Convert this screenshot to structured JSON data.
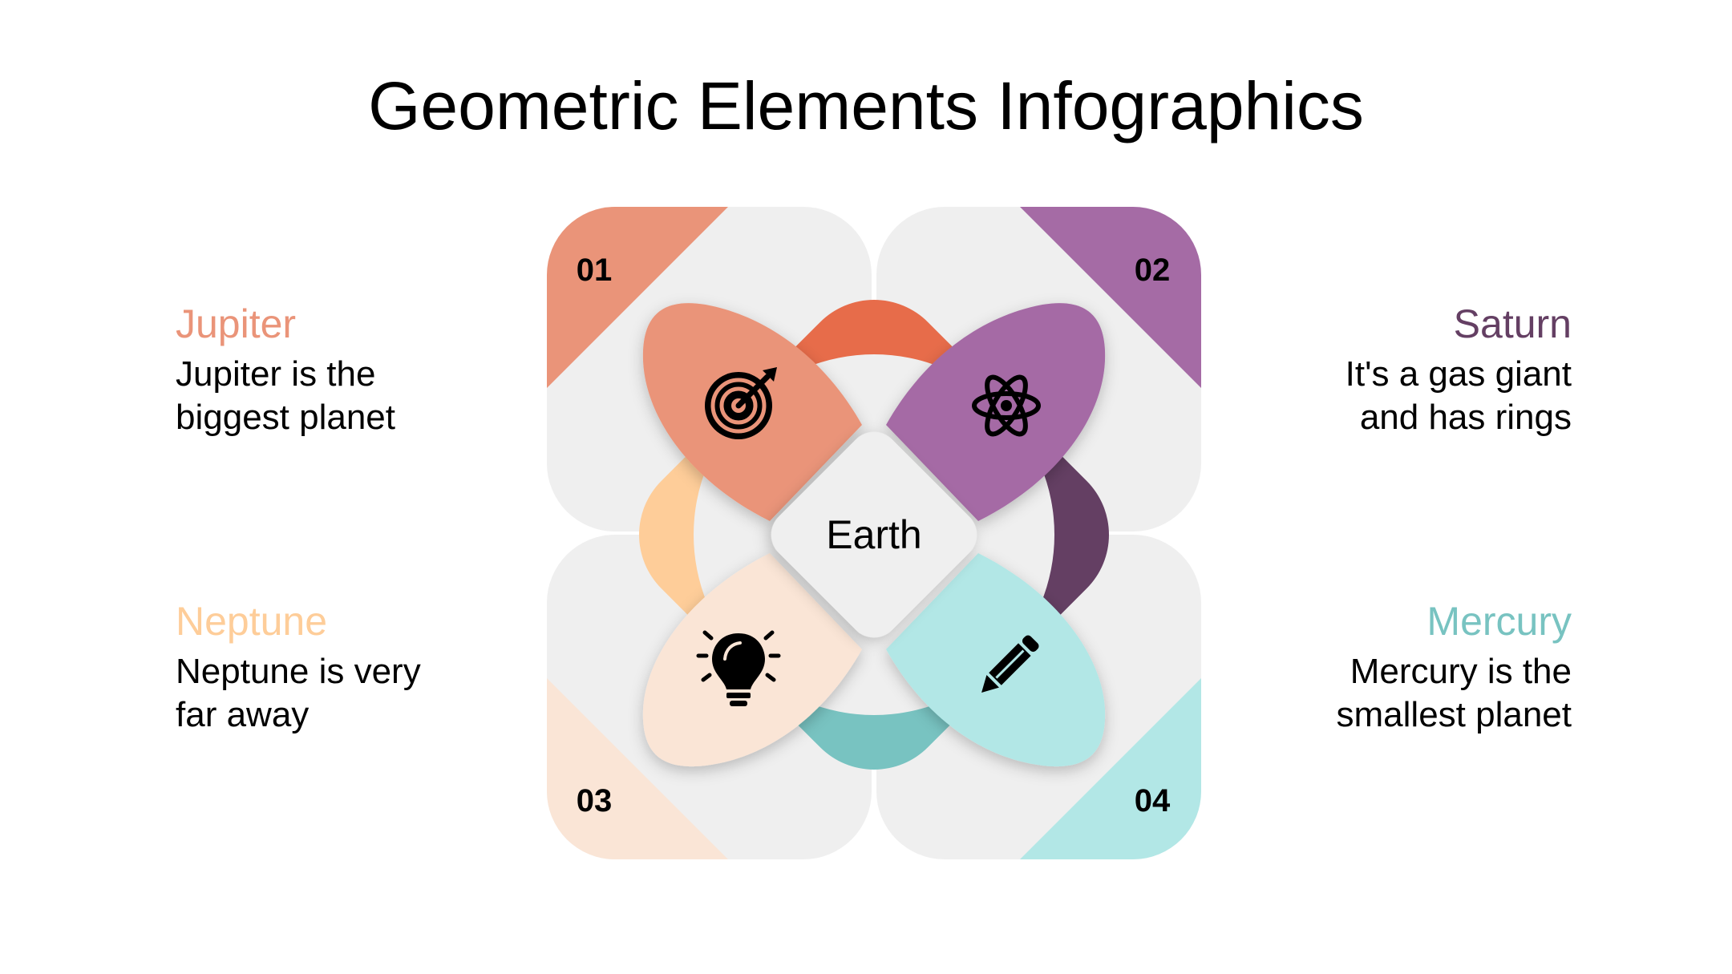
{
  "title": "Geometric Elements Infographics",
  "center_label": "Earth",
  "colors": {
    "background_tile": "#efefef",
    "jupiter": "#ea9479",
    "jupiter_dark": "#e76c4a",
    "saturn": "#a56ba5",
    "saturn_dark": "#643f63",
    "neptune_light": "#fae5d6",
    "neptune": "#fecd99",
    "mercury_light": "#b2e7e6",
    "mercury": "#78c3c1"
  },
  "items": [
    {
      "number": "01",
      "name": "Jupiter",
      "description_line1": "Jupiter is the",
      "description_line2": "biggest planet",
      "icon": "target-icon",
      "color": "#ea9479"
    },
    {
      "number": "02",
      "name": "Saturn",
      "description_line1": "It's a gas giant",
      "description_line2": "and has rings",
      "icon": "atom-icon",
      "color": "#643f63"
    },
    {
      "number": "03",
      "name": "Neptune",
      "description_line1": "Neptune is very",
      "description_line2": "far away",
      "icon": "lightbulb-icon",
      "color": "#fecd99"
    },
    {
      "number": "04",
      "name": "Mercury",
      "description_line1": "Mercury is the",
      "description_line2": "smallest planet",
      "icon": "pencil-icon",
      "color": "#78c3c1"
    }
  ]
}
